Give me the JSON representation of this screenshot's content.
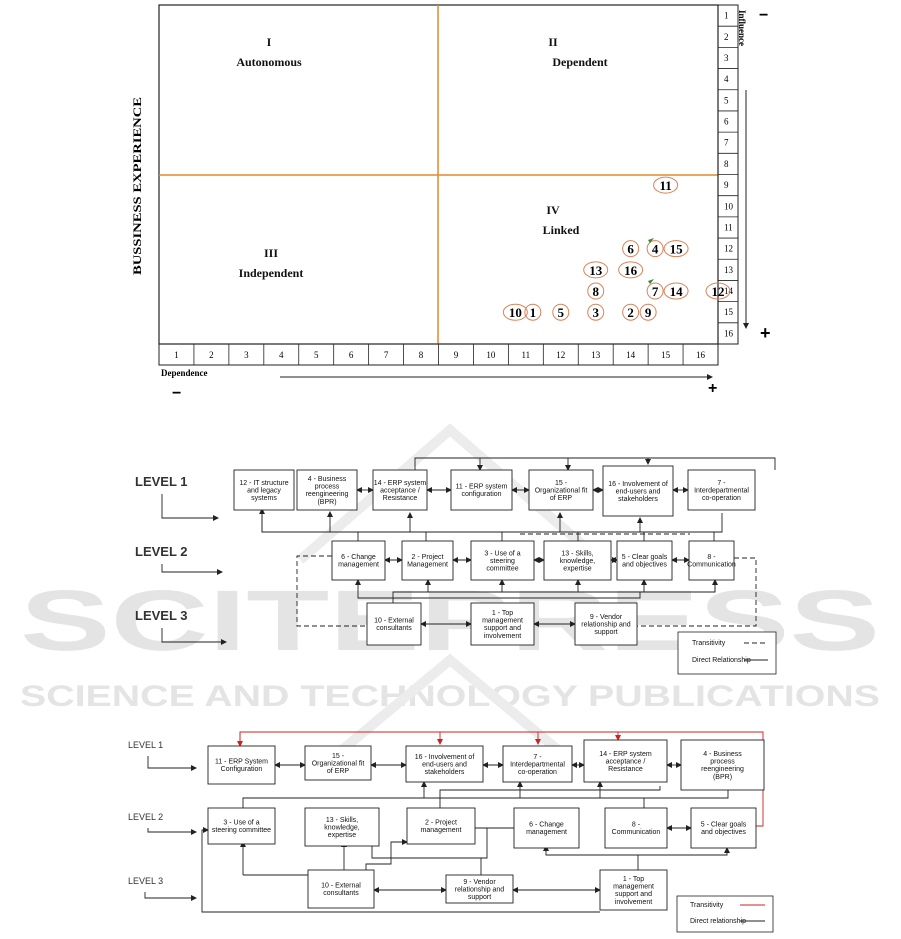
{
  "matrix": {
    "quadrants": [
      {
        "numeral": "I",
        "name": "Autonomous"
      },
      {
        "numeral": "II",
        "name": "Dependent"
      },
      {
        "numeral": "III",
        "name": "Independent"
      },
      {
        "numeral": "IV",
        "name": "Linked"
      }
    ],
    "y_axis_label": "BUSSINESS EXPERIENCE",
    "influence_label": "Influence",
    "dependence_label": "Dependence",
    "minus": "−",
    "plus": "+",
    "x_ticks": [
      "1",
      "2",
      "3",
      "4",
      "5",
      "6",
      "7",
      "8",
      "9",
      "10",
      "11",
      "12",
      "13",
      "14",
      "15",
      "16"
    ],
    "y_ticks": [
      "1",
      "2",
      "3",
      "4",
      "5",
      "6",
      "7",
      "8",
      "9",
      "10",
      "11",
      "12",
      "13",
      "14",
      "15",
      "16"
    ],
    "points": [
      {
        "label": "11",
        "dependence": 15,
        "influence": 9
      },
      {
        "label": "6",
        "dependence": 14,
        "influence": 12
      },
      {
        "label": "4",
        "dependence": 14.7,
        "influence": 12
      },
      {
        "label": "15",
        "dependence": 15.3,
        "influence": 12
      },
      {
        "label": "13",
        "dependence": 13,
        "influence": 13
      },
      {
        "label": "16",
        "dependence": 14,
        "influence": 13
      },
      {
        "label": "8",
        "dependence": 13,
        "influence": 14
      },
      {
        "label": "7",
        "dependence": 14.7,
        "influence": 14
      },
      {
        "label": "14",
        "dependence": 15.3,
        "influence": 14
      },
      {
        "label": "12",
        "dependence": 16.5,
        "influence": 14
      },
      {
        "label": "10",
        "dependence": 10.7,
        "influence": 15
      },
      {
        "label": "1",
        "dependence": 11.2,
        "influence": 15
      },
      {
        "label": "5",
        "dependence": 12,
        "influence": 15
      },
      {
        "label": "3",
        "dependence": 13,
        "influence": 15
      },
      {
        "label": "2",
        "dependence": 14,
        "influence": 15
      },
      {
        "label": "9",
        "dependence": 14.5,
        "influence": 15
      }
    ]
  },
  "diagram1": {
    "levels": [
      "LEVEL 1",
      "LEVEL 2",
      "LEVEL 3"
    ],
    "boxes": [
      {
        "id": "d1-12",
        "lines": [
          "12 - IT structure",
          "and legacy",
          "systems"
        ]
      },
      {
        "id": "d1-4",
        "lines": [
          "4 - Business",
          "process",
          "reengineering",
          "(BPR)"
        ]
      },
      {
        "id": "d1-14",
        "lines": [
          "14 - ERP system",
          "acceptance /",
          "Resistance"
        ]
      },
      {
        "id": "d1-11",
        "lines": [
          "11 - ERP system",
          "configuration"
        ]
      },
      {
        "id": "d1-15",
        "lines": [
          "15 -",
          "Organizational fit",
          "of ERP"
        ]
      },
      {
        "id": "d1-16",
        "lines": [
          "16 - Involvement of",
          "end-users and",
          "stakeholders"
        ]
      },
      {
        "id": "d1-7",
        "lines": [
          "7 -",
          "Interdepartmental",
          "co-operation"
        ]
      },
      {
        "id": "d1-6",
        "lines": [
          "6 - Change",
          "management"
        ]
      },
      {
        "id": "d1-2",
        "lines": [
          "2 - Project",
          "Management"
        ]
      },
      {
        "id": "d1-3",
        "lines": [
          "3 - Use of a",
          "steering",
          "committee"
        ]
      },
      {
        "id": "d1-13",
        "lines": [
          "13 - Skills,",
          "knowledge,",
          "expertise"
        ]
      },
      {
        "id": "d1-5",
        "lines": [
          "5 - Clear goals",
          "and objectives"
        ]
      },
      {
        "id": "d1-8",
        "lines": [
          "8 -",
          "Communication"
        ]
      },
      {
        "id": "d1-10",
        "lines": [
          "10 - External",
          "consultants"
        ]
      },
      {
        "id": "d1-1",
        "lines": [
          "1 - Top",
          "management",
          "support and",
          "involvement"
        ]
      },
      {
        "id": "d1-9",
        "lines": [
          "9 - Vendor",
          "relationship and",
          "support"
        ]
      }
    ],
    "legend": [
      {
        "label": "Transitivity"
      },
      {
        "label": "Direct Relationship"
      }
    ]
  },
  "diagram2": {
    "levels": [
      "LEVEL 1",
      "LEVEL 2",
      "LEVEL 3"
    ],
    "boxes": [
      {
        "id": "d2-11",
        "lines": [
          "11 - ERP System",
          "Configuration"
        ]
      },
      {
        "id": "d2-15",
        "lines": [
          "15 -",
          "Organizational fit",
          "of ERP"
        ]
      },
      {
        "id": "d2-16",
        "lines": [
          "16 - Involvement of",
          "end-users and",
          "stakeholders"
        ]
      },
      {
        "id": "d2-7",
        "lines": [
          "7 -",
          "Interdepartmental",
          "co-operation"
        ]
      },
      {
        "id": "d2-14",
        "lines": [
          "14 - ERP system",
          "acceptance /",
          "Resistance"
        ]
      },
      {
        "id": "d2-4",
        "lines": [
          "4 - Business",
          "process",
          "reengineering",
          "(BPR)"
        ]
      },
      {
        "id": "d2-3",
        "lines": [
          "3 - Use of a",
          "steering committee"
        ]
      },
      {
        "id": "d2-13",
        "lines": [
          "13 - Skills,",
          "knowledge,",
          "expertise"
        ]
      },
      {
        "id": "d2-2",
        "lines": [
          "2 - Project",
          "management"
        ]
      },
      {
        "id": "d2-6",
        "lines": [
          "6 - Change",
          "management"
        ]
      },
      {
        "id": "d2-8",
        "lines": [
          "8 -",
          "Communication"
        ]
      },
      {
        "id": "d2-5",
        "lines": [
          "5 - Clear goals",
          "and objectives"
        ]
      },
      {
        "id": "d2-10",
        "lines": [
          "10 - External",
          "consultants"
        ]
      },
      {
        "id": "d2-9",
        "lines": [
          "9 - Vendor",
          "relationship and",
          "support"
        ]
      },
      {
        "id": "d2-1",
        "lines": [
          "1 - Top",
          "management",
          "support and",
          "involvement"
        ]
      }
    ],
    "legend": [
      {
        "label": "Transitivity"
      },
      {
        "label": "Direct relationship"
      }
    ]
  },
  "watermark": {
    "line1": "SCITEPRESS",
    "line2": "SCIENCE AND TECHNOLOGY PUBLICATIONS"
  },
  "colors": {
    "quadrant_line": "#e08a2b",
    "ellipse": "#d9835a",
    "transitivity_red": "#cc2222"
  }
}
